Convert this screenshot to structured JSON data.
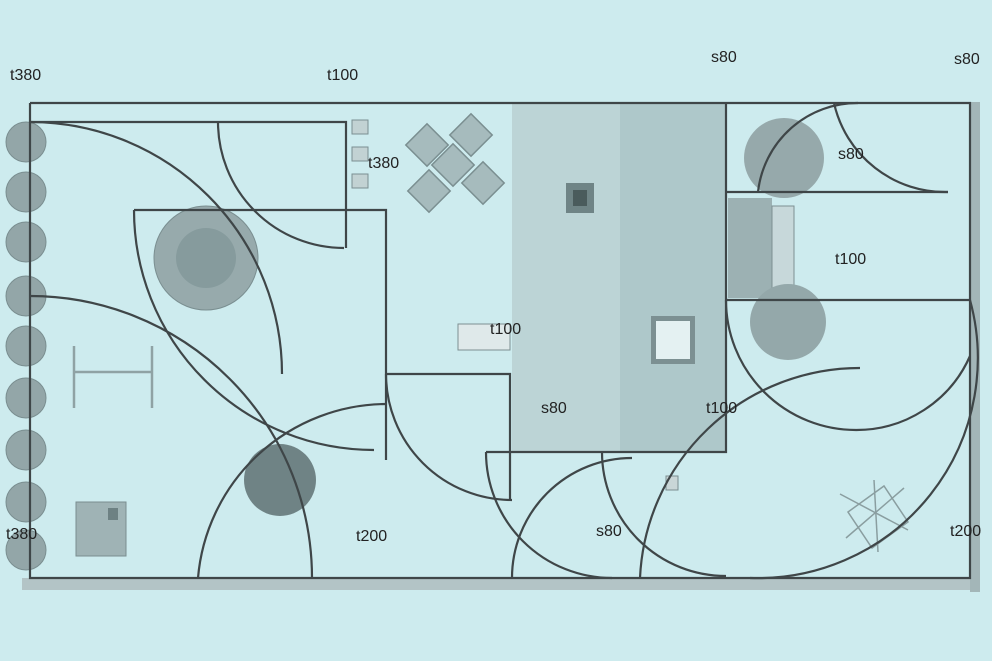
{
  "labels": {
    "top_left_t380": "t380",
    "top_t100": "t100",
    "top_s80": "s80",
    "top_right_s80": "s80",
    "inner_s80": "s80",
    "patio_t380": "t380",
    "right_t100": "t100",
    "steps_t100": "t100",
    "pool_s80": "s80",
    "pool_t100": "t100",
    "bottom_left_t380": "t380",
    "bottom_t200": "t200",
    "bottom_s80": "s80",
    "bottom_right_t200": "t200"
  },
  "colors": {
    "background": "#cdebee",
    "line": "#3f4648",
    "pool": "#b9d2d4",
    "shrub": "#8fa3a6"
  }
}
